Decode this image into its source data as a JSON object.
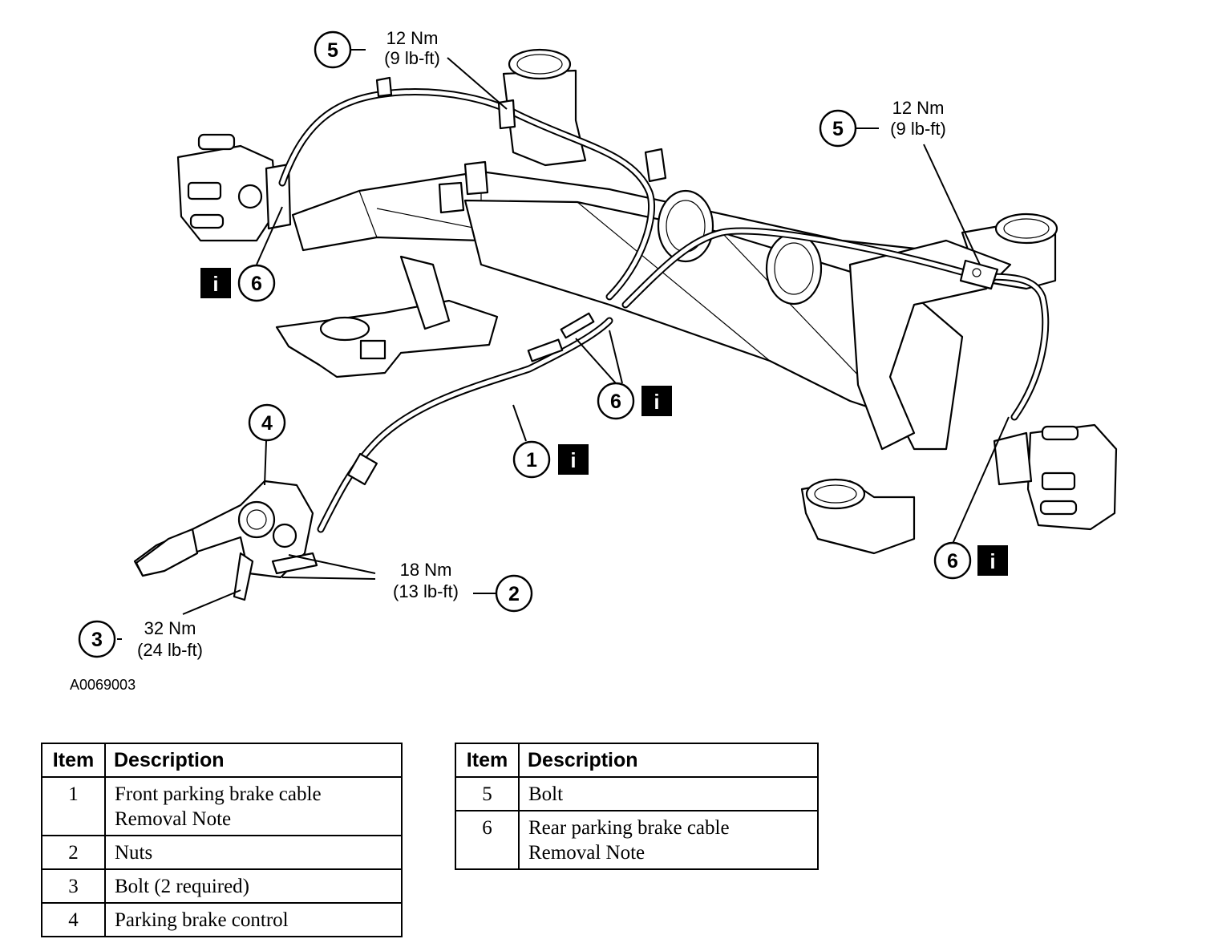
{
  "figure_id": "A0069003",
  "callouts": [
    {
      "num": "5",
      "torque_nm": "12 Nm",
      "torque_lbft": "(9 lb-ft)"
    },
    {
      "num": "5",
      "torque_nm": "12 Nm",
      "torque_lbft": "(9 lb-ft)"
    },
    {
      "num": "6",
      "info": "i"
    },
    {
      "num": "6",
      "info": "i"
    },
    {
      "num": "6",
      "info": "i"
    },
    {
      "num": "4"
    },
    {
      "num": "1",
      "info": "i"
    },
    {
      "num": "2",
      "torque_nm": "18 Nm",
      "torque_lbft": "(13 lb-ft)"
    },
    {
      "num": "3",
      "torque_nm": "32 Nm",
      "torque_lbft": "(24 lb-ft)"
    }
  ],
  "legend": {
    "header_item": "Item",
    "header_description": "Description",
    "left_rows": [
      {
        "item": "1",
        "lines": [
          "Front parking brake cable",
          "Removal Note"
        ]
      },
      {
        "item": "2",
        "lines": [
          "Nuts"
        ]
      },
      {
        "item": "3",
        "lines": [
          "Bolt (2 required)"
        ]
      },
      {
        "item": "4",
        "lines": [
          "Parking brake control"
        ]
      }
    ],
    "right_rows": [
      {
        "item": "5",
        "lines": [
          "Bolt"
        ]
      },
      {
        "item": "6",
        "lines": [
          "Rear parking brake cable",
          "Removal Note"
        ]
      }
    ]
  }
}
